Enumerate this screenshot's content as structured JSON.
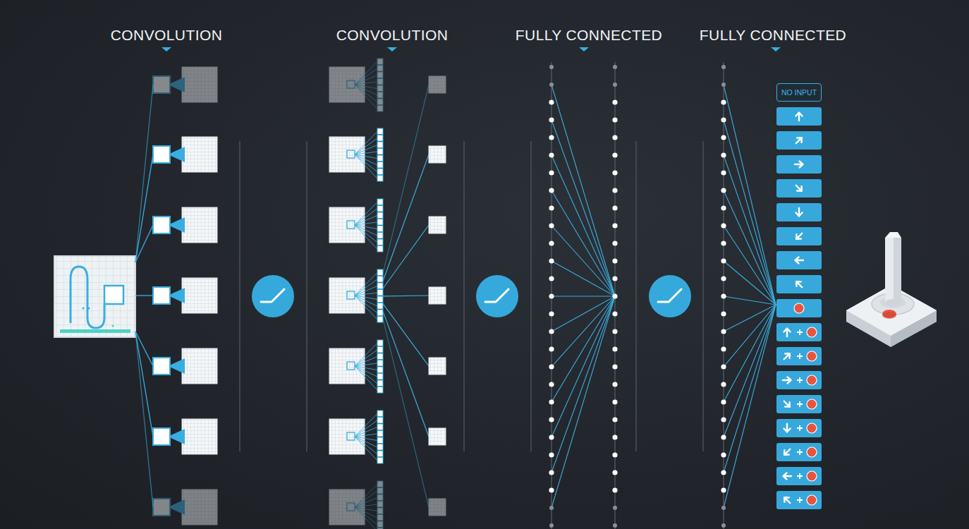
{
  "diagram": {
    "nodes": [
      {
        "text": [
          "NO INPUT"
        ]
      }
    ],
    "labels": [
      "CONVOLUTION",
      "CONVOLUTION",
      "FULLY CONNECTED",
      "FULLY CONNECTED"
    ]
  }
}
